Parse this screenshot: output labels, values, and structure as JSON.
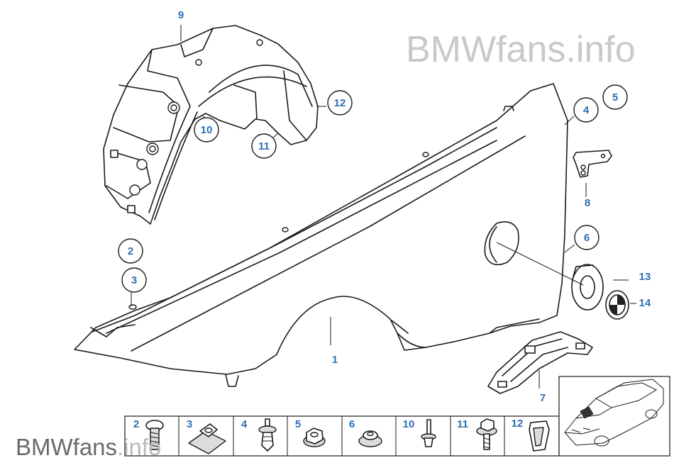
{
  "watermark": {
    "top": "BMWfans.info",
    "bottom_main": "BMWfans",
    "bottom_suffix": ".info"
  },
  "callouts": [
    {
      "id": "1",
      "label": "1"
    },
    {
      "id": "2",
      "label": "2"
    },
    {
      "id": "3",
      "label": "3"
    },
    {
      "id": "4",
      "label": "4"
    },
    {
      "id": "5",
      "label": "5"
    },
    {
      "id": "6",
      "label": "6"
    },
    {
      "id": "7",
      "label": "7"
    },
    {
      "id": "8",
      "label": "8"
    },
    {
      "id": "9",
      "label": "9"
    },
    {
      "id": "10",
      "label": "10"
    },
    {
      "id": "11",
      "label": "11"
    },
    {
      "id": "12",
      "label": "12"
    },
    {
      "id": "13",
      "label": "13"
    },
    {
      "id": "14",
      "label": "14"
    }
  ],
  "fastener_strip": [
    "2",
    "3",
    "4",
    "5",
    "6",
    "10",
    "11",
    "12"
  ],
  "colors": {
    "callout_blue": "#2f6eb5",
    "line": "#1a1a1a",
    "watermark_grey": "#c9c9c9"
  }
}
